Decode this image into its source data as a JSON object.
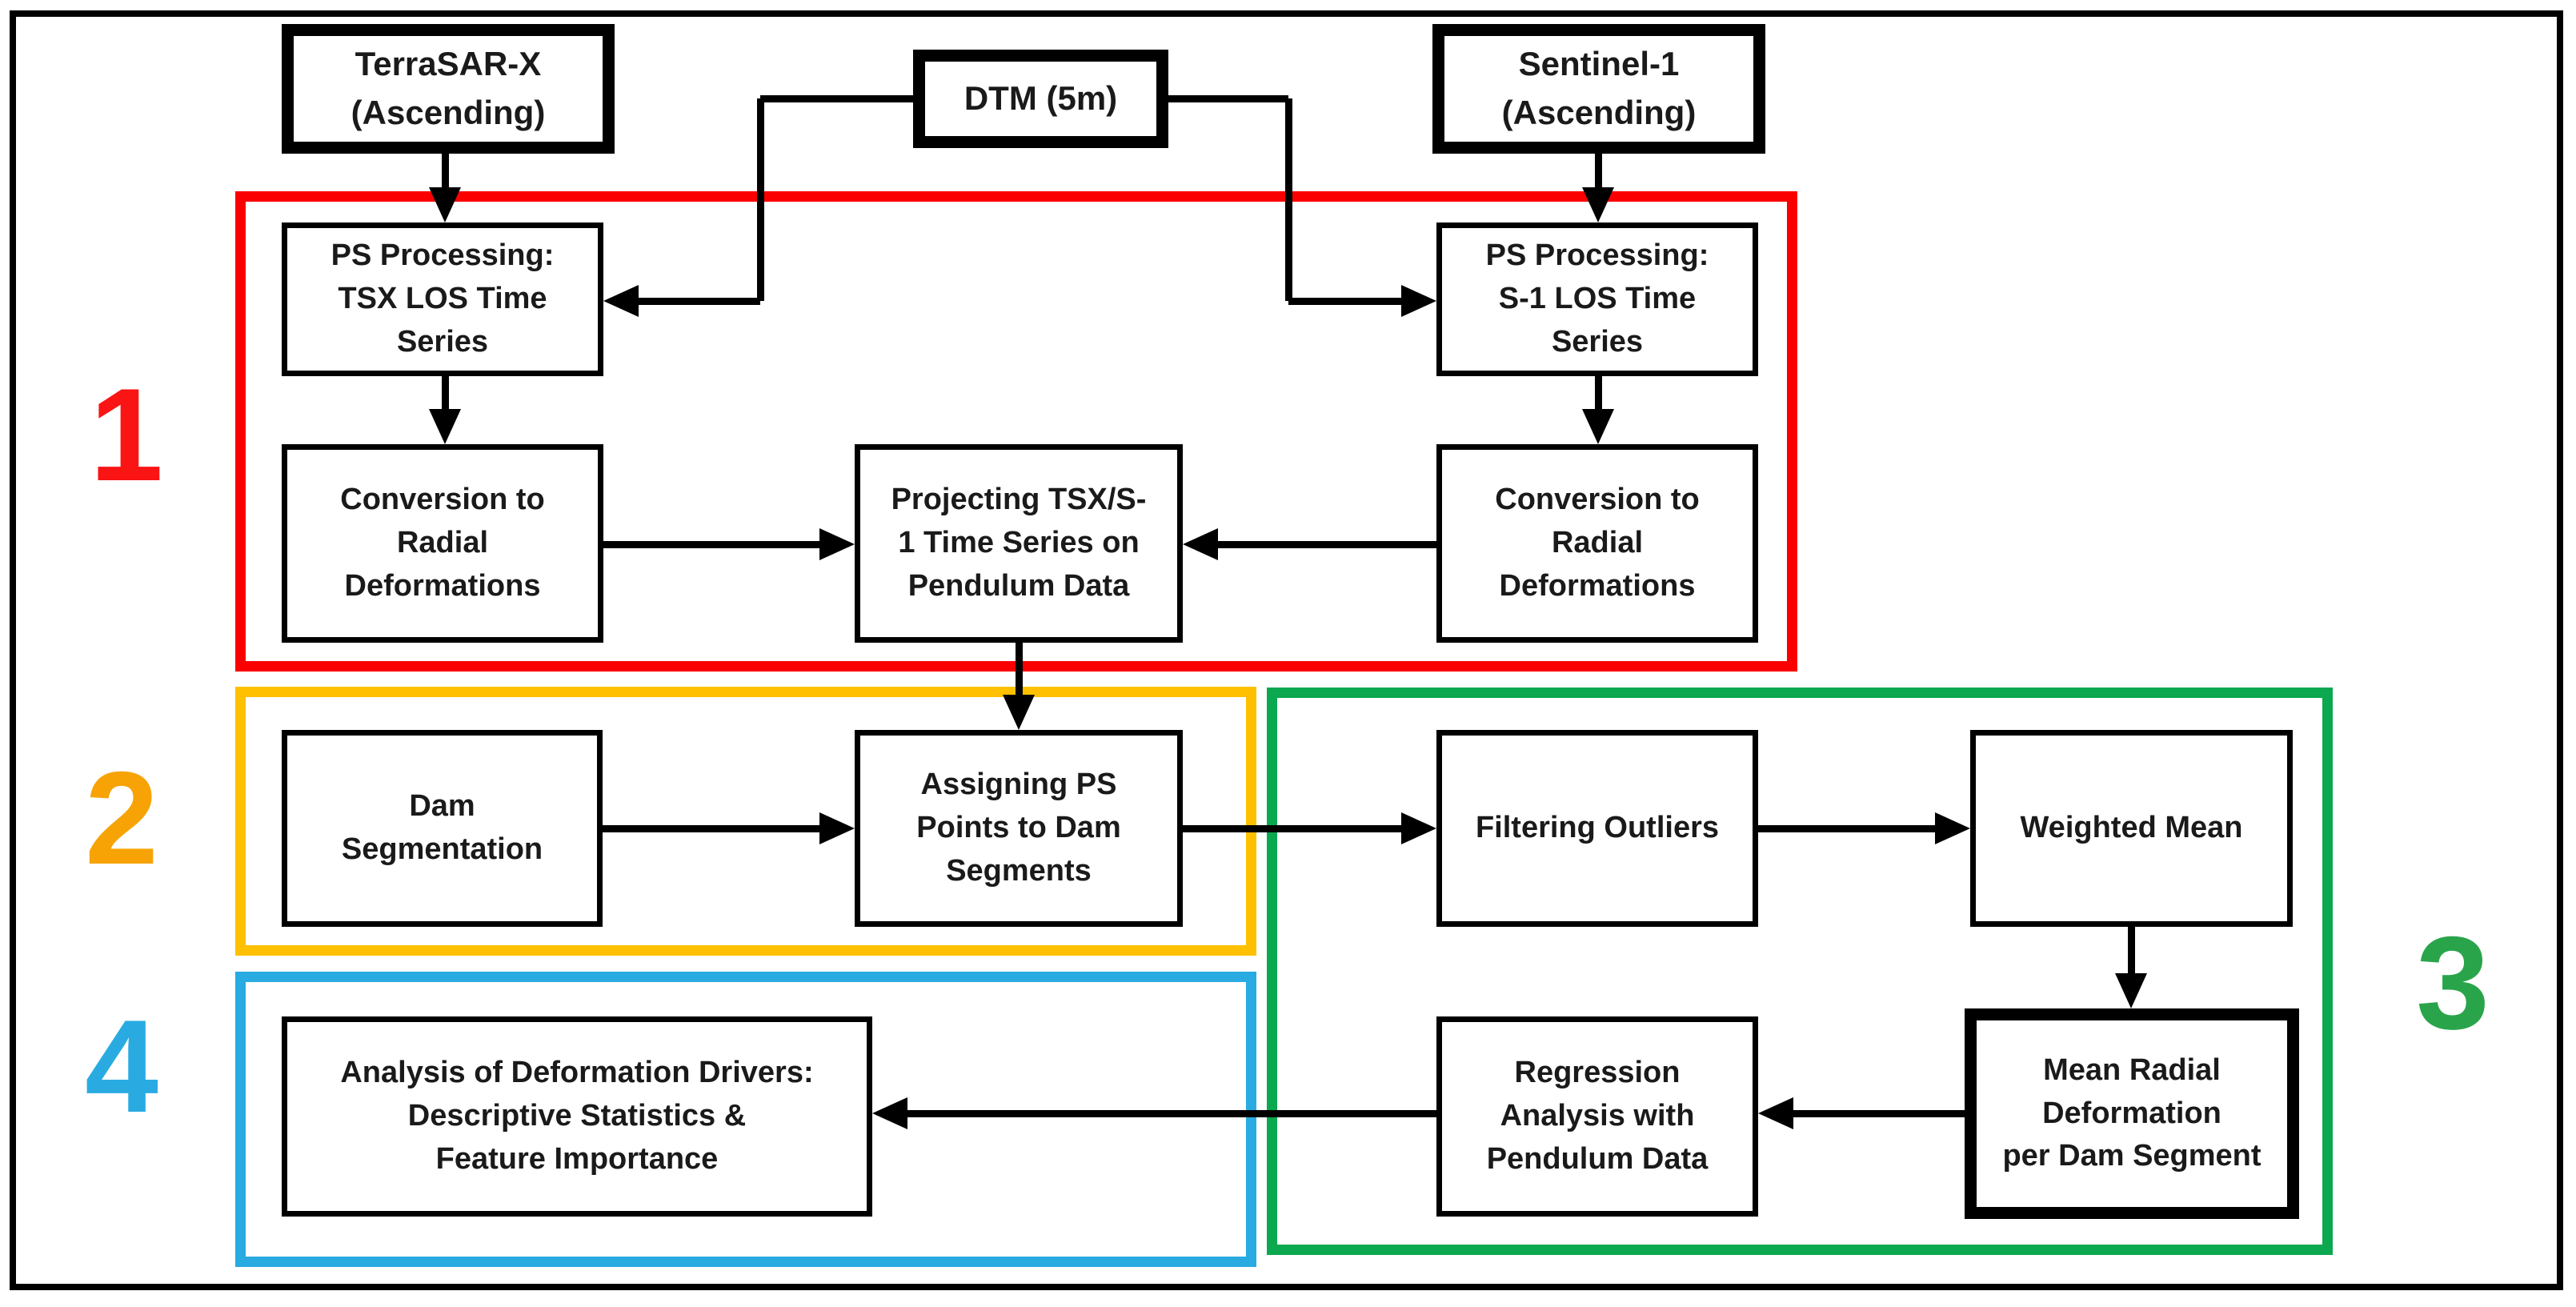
{
  "diagram": {
    "background": "#ffffff",
    "frame_color": "#000000",
    "arrow_color": "#000000",
    "text_color": "#1a1a1a",
    "box_border_color": "#000000",
    "nodes": {
      "terrasar": {
        "label": "TerraSAR-X\n(Ascending)"
      },
      "dtm": {
        "label": "DTM (5m)"
      },
      "sentinel": {
        "label": "Sentinel-1\n(Ascending)"
      },
      "ps_tsx": {
        "label": "PS Processing:\nTSX LOS Time\nSeries"
      },
      "ps_s1": {
        "label": "PS Processing:\nS-1 LOS Time\nSeries"
      },
      "conv_left": {
        "label": "Conversion to\nRadial\nDeformations"
      },
      "projecting": {
        "label": "Projecting TSX/S-\n1 Time Series on\nPendulum Data"
      },
      "conv_right": {
        "label": "Conversion to\nRadial\nDeformations"
      },
      "dam_segmentation": {
        "label": "Dam\nSegmentation"
      },
      "assigning": {
        "label": "Assigning PS\nPoints to Dam\nSegments"
      },
      "filtering": {
        "label": "Filtering Outliers"
      },
      "weighted_mean": {
        "label": "Weighted Mean"
      },
      "mean_radial": {
        "label": "Mean Radial\nDeformation\nper Dam Segment"
      },
      "regression": {
        "label": "Regression\nAnalysis with\nPendulum Data"
      },
      "analysis": {
        "label": "Analysis of Deformation Drivers:\nDescriptive Statistics &\nFeature Importance"
      }
    },
    "stages": {
      "s1": {
        "number": "1",
        "color": "#FA0000",
        "number_color": "#FA1414"
      },
      "s2": {
        "number": "2",
        "color": "#FFC000",
        "number_color": "#F7A305"
      },
      "s3": {
        "number": "3",
        "color": "#0CA84F",
        "number_color": "#2AA44B"
      },
      "s4": {
        "number": "4",
        "color": "#29ABE2",
        "number_color": "#29ABE2"
      }
    }
  }
}
